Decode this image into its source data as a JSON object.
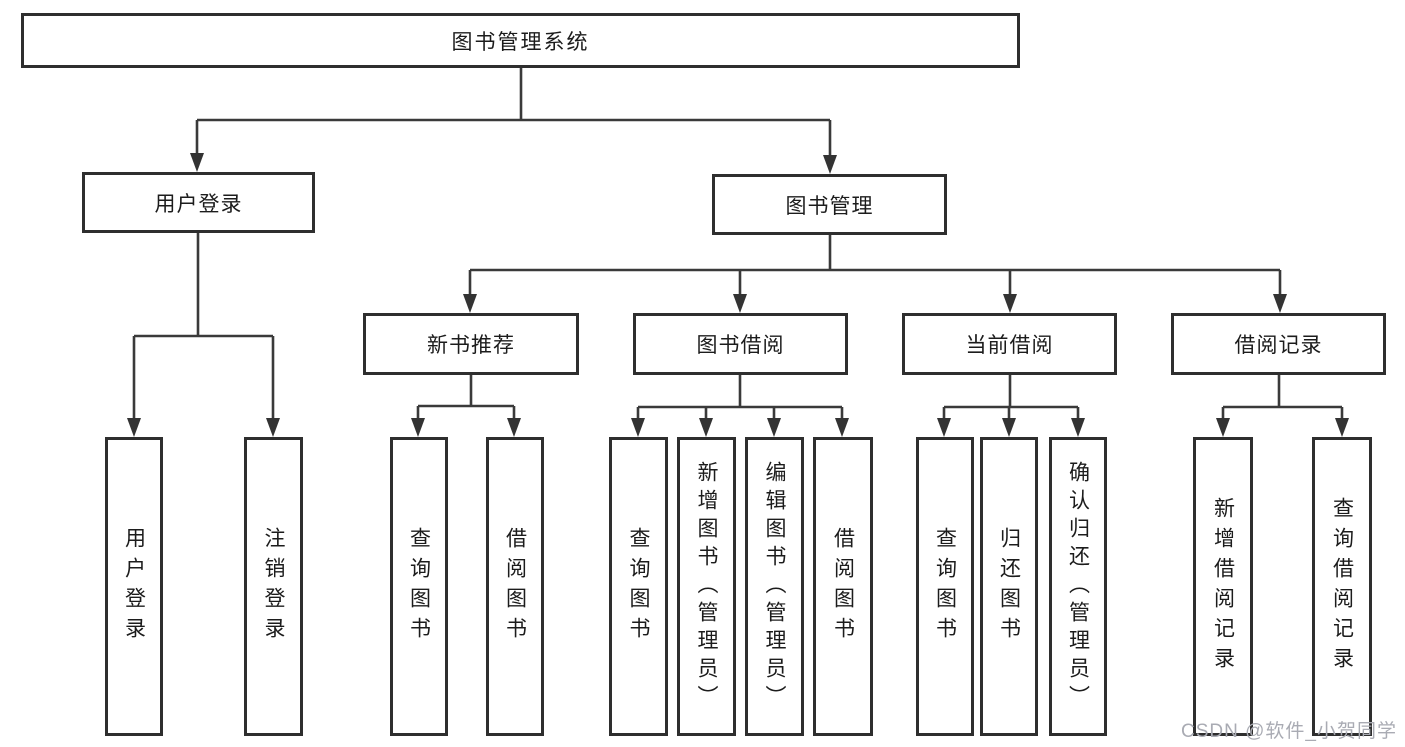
{
  "tree": {
    "root": {
      "label": "图书管理系统"
    },
    "login": {
      "label": "用户登录",
      "children": [
        {
          "label": "用户登录"
        },
        {
          "label": "注销登录"
        }
      ]
    },
    "management": {
      "label": "图书管理",
      "children": [
        {
          "label": "新书推荐",
          "children": [
            {
              "label": "查询图书"
            },
            {
              "label": "借阅图书"
            }
          ]
        },
        {
          "label": "图书借阅",
          "children": [
            {
              "label": "查询图书"
            },
            {
              "label": "新增图书（管理员）"
            },
            {
              "label": "编辑图书（管理员）"
            },
            {
              "label": "借阅图书"
            }
          ]
        },
        {
          "label": "当前借阅",
          "children": [
            {
              "label": "查询图书"
            },
            {
              "label": "归还图书"
            },
            {
              "label": "确认归还（管理员）"
            }
          ]
        },
        {
          "label": "借阅记录",
          "children": [
            {
              "label": "新增借阅记录"
            },
            {
              "label": "查询借阅记录"
            }
          ]
        }
      ]
    }
  },
  "watermark": {
    "text": "CSDN @软件_小贺同学"
  },
  "colors": {
    "line": "#3a3a3a",
    "border": "#2e2e2e",
    "text": "#1c1c1c",
    "watermark": "#a9abb3",
    "background": "#ffffff"
  }
}
